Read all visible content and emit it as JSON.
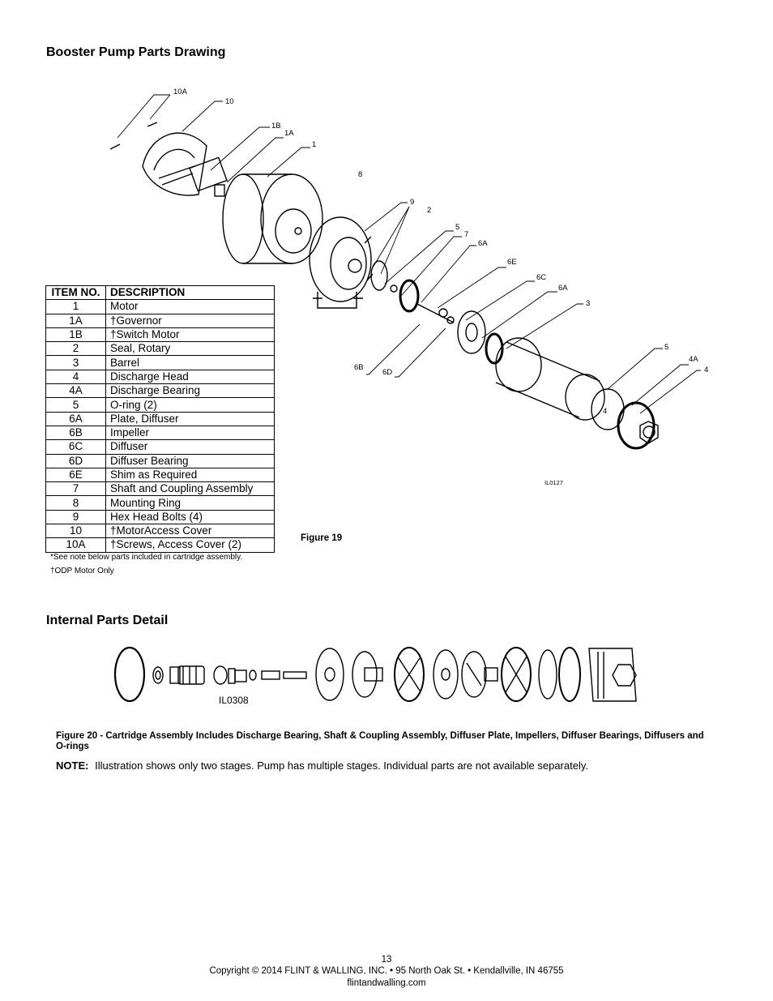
{
  "headings": {
    "drawing": "Booster Pump Parts Drawing",
    "internal": "Internal Parts Detail"
  },
  "table": {
    "headers": [
      "ITEM NO.",
      "DESCRIPTION"
    ],
    "rows": [
      [
        "1",
        "Motor"
      ],
      [
        "1A",
        "†Governor"
      ],
      [
        "1B",
        "†Switch Motor"
      ],
      [
        "2",
        "Seal, Rotary"
      ],
      [
        "3",
        "Barrel"
      ],
      [
        "4",
        "Discharge Head"
      ],
      [
        "4A",
        "Discharge Bearing"
      ],
      [
        "5",
        "O-ring (2)"
      ],
      [
        "6A",
        "Plate, Diffuser"
      ],
      [
        "6B",
        "Impeller"
      ],
      [
        "6C",
        "Diffuser"
      ],
      [
        "6D",
        "Diffuser Bearing"
      ],
      [
        "6E",
        "Shim as Required"
      ],
      [
        "7",
        "Shaft and Coupling Assembly"
      ],
      [
        "8",
        "Mounting Ring"
      ],
      [
        "9",
        "Hex Head Bolts (4)"
      ],
      [
        "10",
        "†MotorAccess Cover"
      ],
      [
        "10A",
        "†Screws, Access Cover (2)"
      ]
    ],
    "note1": "*See note below parts included in cartridge assembly.",
    "note2": "†ODP Motor Only"
  },
  "callouts": {
    "c10A": "10A",
    "c10": "10",
    "c1B": "1B",
    "c1A": "1A",
    "c1": "1",
    "c8": "8",
    "c9": "9",
    "c2": "2",
    "c5a": "5",
    "c7": "7",
    "c6Aa": "6A",
    "c6E": "6E",
    "c6C": "6C",
    "c6Ab": "6A",
    "c3": "3",
    "c5b": "5",
    "c4A": "4A",
    "c4a": "4",
    "c4b": "4",
    "c6B": "6B",
    "c6D": "6D"
  },
  "drawing_code": "IL0127",
  "figure19": "Figure 19",
  "internal_code": "IL0308",
  "figure20": "Figure 20 - Cartridge Assembly Includes Discharge Bearing, Shaft & Coupling Assembly, Diffuser Plate, Impellers, Diffuser Bearings, Diffusers and O-rings",
  "note_label": "NOTE:",
  "note_text": "Illustration shows only two stages.  Pump has multiple stages. Individual parts are not available separately.",
  "footer": {
    "page": "13",
    "copyright": "Copyright © 2014 FLINT & WALLING, INC. • 95 North Oak St. • Kendallville, IN  46755",
    "website": "flintandwalling.com"
  }
}
